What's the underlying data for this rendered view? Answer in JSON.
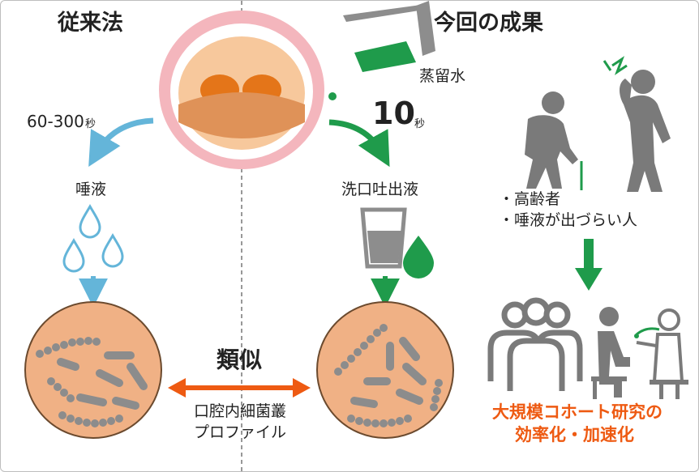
{
  "left": {
    "heading": "従来法",
    "time_value": "60-300",
    "time_unit": "秒",
    "sample_label": "唾液"
  },
  "right": {
    "heading": "今回の成果",
    "liquid_label": "蒸留水",
    "time_value": "10",
    "time_unit": "秒",
    "sample_label": "洗口吐出液"
  },
  "middle": {
    "similar_label": "類似",
    "profile_line1": "口腔内細菌叢",
    "profile_line2": "プロファイル"
  },
  "targets": {
    "item1": "・高齢者",
    "item2": "・唾液が出づらい人"
  },
  "outcome": {
    "line1": "大規模コホート研究の",
    "line2": "効率化・加速化"
  },
  "colors": {
    "blue": "#64b5d9",
    "green": "#1f9b4b",
    "orange": "#ee5a12",
    "petri": "#f0b185",
    "bacteria": "#8c8c8c",
    "person": "#7a7a7a"
  }
}
